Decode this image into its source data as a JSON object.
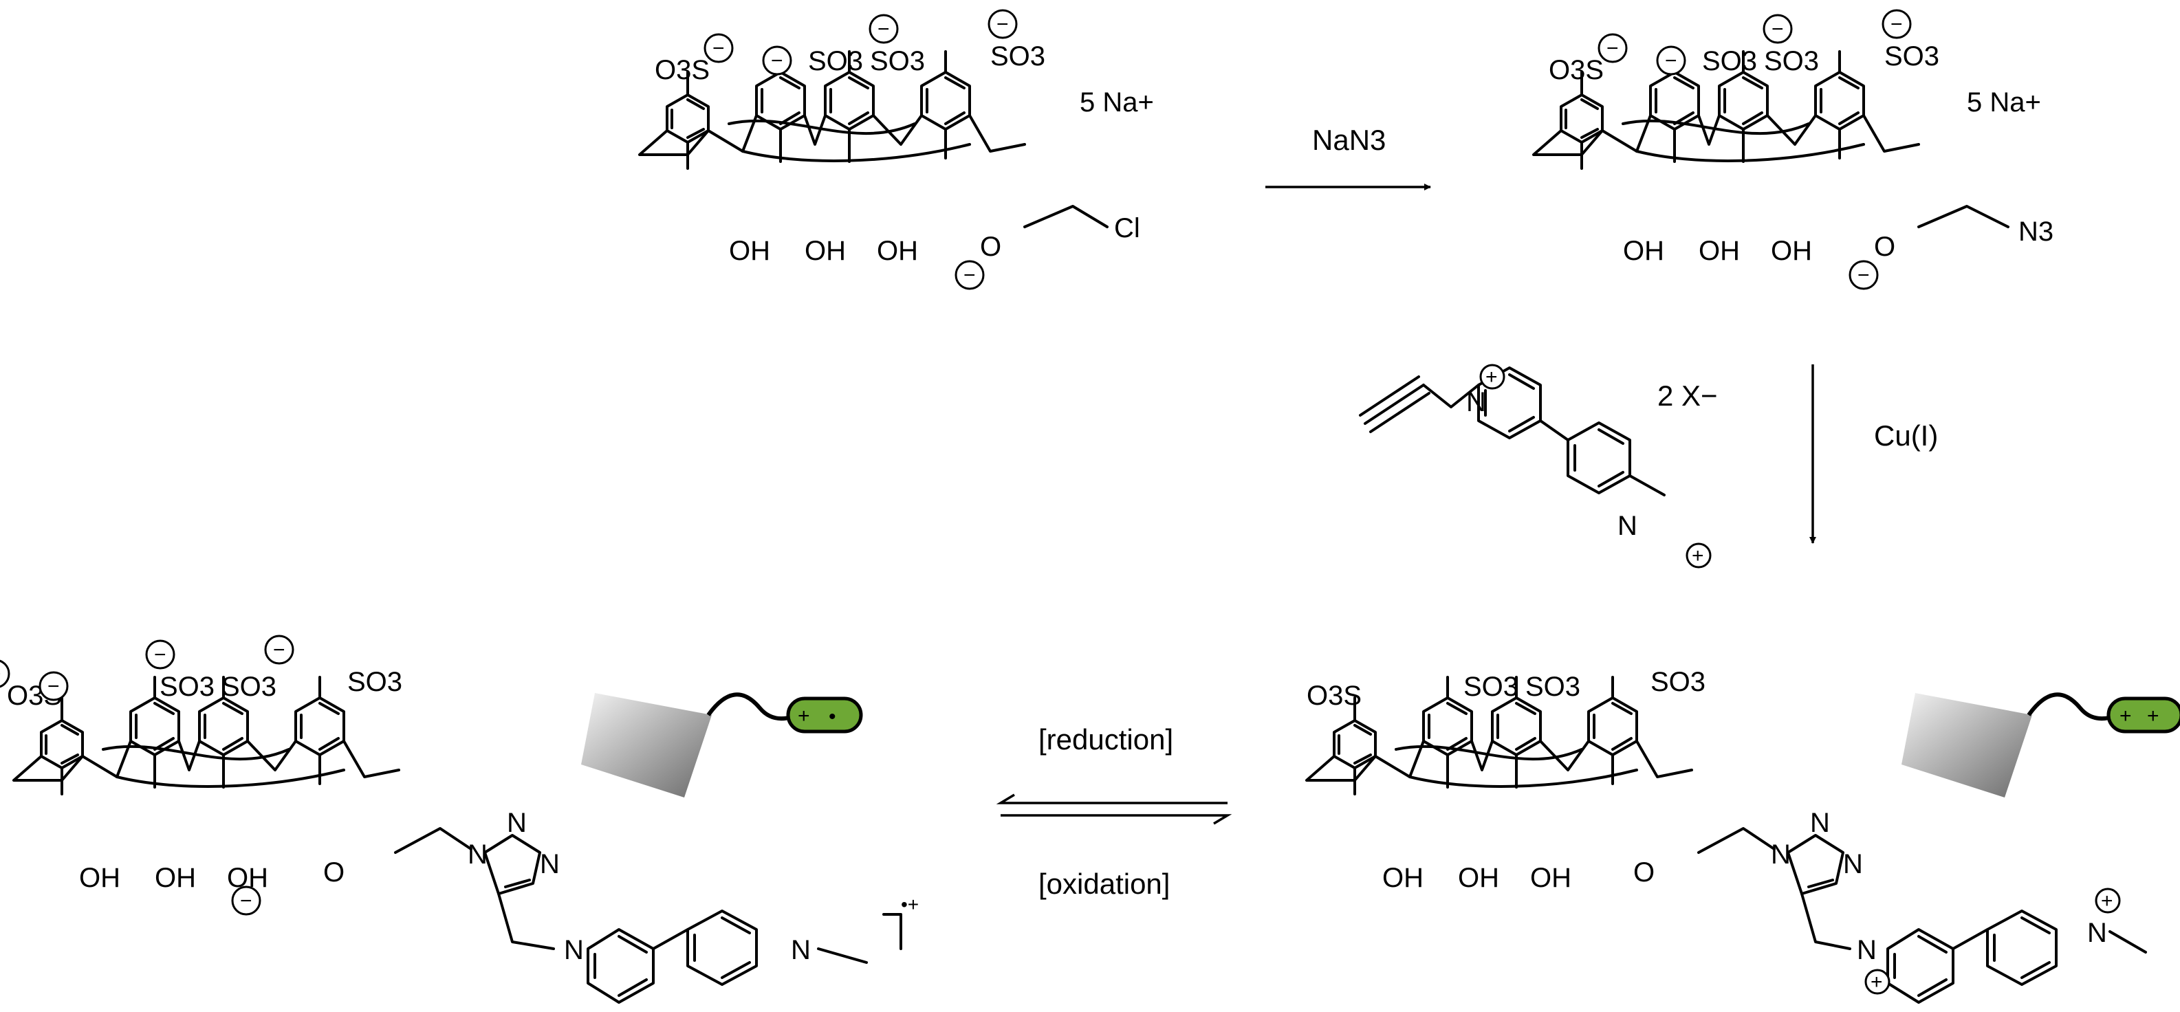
{
  "colors": {
    "accent_green": "#6ea835",
    "electrode_light": "#f4f4f4",
    "electrode_dark": "#6a6a6a"
  },
  "labels": {
    "o3s": "O3S",
    "so3": "SO3",
    "oh": "OH",
    "o": "O",
    "cl": "Cl",
    "n3": "N3",
    "n": "N",
    "na_salt": "5 Na+",
    "counter_anion": "2 X−",
    "radical_cation": "•+",
    "minus": "−",
    "plus": "+"
  },
  "conditions": {
    "step1_reagent": "NaN3",
    "step2_catalyst": "Cu(I)",
    "reduction": "[reduction]",
    "oxidation": "[oxidation]"
  },
  "icons": [
    "electrode-icon",
    "tether-icon",
    "viologen-capsule-icon"
  ]
}
